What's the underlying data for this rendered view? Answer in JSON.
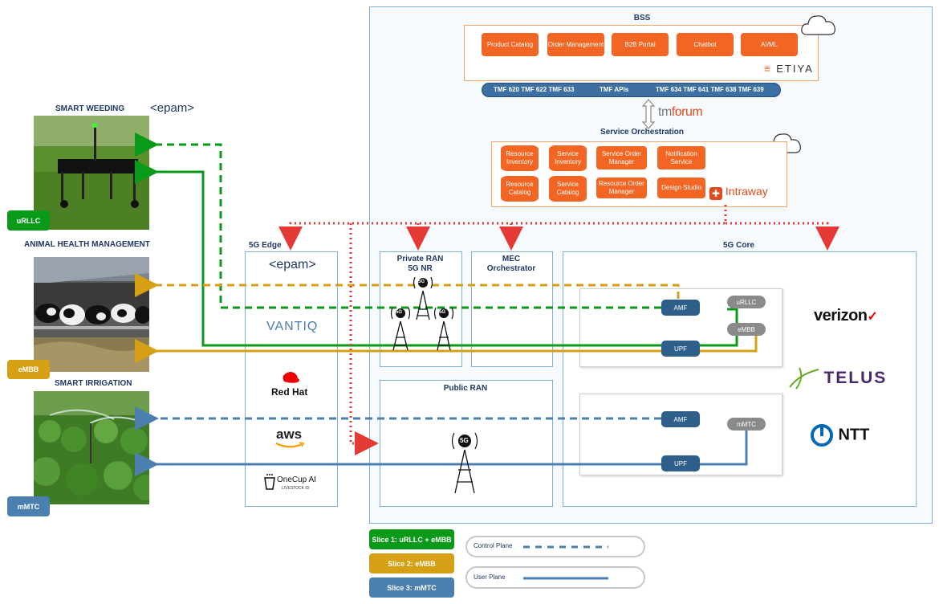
{
  "colors": {
    "slice1": "#0a9a1a",
    "slice2": "#d6a015",
    "slice3": "#4a7fb0",
    "red": "#e53935",
    "orange": "#f26522",
    "navy": "#1f3864"
  },
  "use_cases": [
    {
      "title": "SMART WEEDING",
      "badge": "uRLLC"
    },
    {
      "title": "ANIMAL HEALTH MANAGEMENT",
      "badge": "eMBB"
    },
    {
      "title": "SMART IRRIGATION",
      "badge": "mMTC"
    }
  ],
  "epam_logo": "<epam>",
  "bss": {
    "title": "BSS",
    "items": [
      "Product Catalog",
      "Order Management",
      "B2B Portal",
      "Chatbot",
      "AI/ML"
    ],
    "vendor": "ETIYA"
  },
  "tmf_apis": {
    "left": "TMF 620  TMF 622  TMF 633",
    "center": "TMF APIs",
    "right": "TMF 634  TMF 641  TMF 638  TMF 639"
  },
  "tmforum_logo": {
    "tm": "tm",
    "forum": "forum"
  },
  "service_orchestration": {
    "title": "Service Orchestration",
    "cylinders": [
      "Resource Inventory",
      "Service Inventory",
      "Resource Catalog",
      "Service Catalog"
    ],
    "boxes": [
      "Service Order Manager",
      "Notification Service",
      "Resource Order Manager",
      "Design Studio"
    ],
    "vendor": "Intraway"
  },
  "edge": {
    "title": "5G Edge",
    "vendors": [
      "<epam>",
      "VANTIQ",
      "Red Hat",
      "aws",
      "OneCup AI",
      "LIVESTOCK ID"
    ]
  },
  "private_ran": {
    "title_line1": "Private RAN",
    "title_line2": "5G NR"
  },
  "mec": {
    "title_line1": "MEC",
    "title_line2": "Orchestrator"
  },
  "public_ran": {
    "title": "Public RAN"
  },
  "core": {
    "title": "5G Core",
    "top_nfs": {
      "amf": "AMF",
      "upf": "UPF",
      "urllc": "uRLLC",
      "embb": "eMBB"
    },
    "bottom_nfs": {
      "amf": "AMF",
      "upf": "UPF",
      "mmtc": "mMTC"
    },
    "operators": [
      "verizon",
      "TELUS",
      "NTT"
    ]
  },
  "tower_label": "5G",
  "legend": {
    "slices": [
      "Slice 1: uRLLC + eMBB",
      "Slice 2: eMBB",
      "Slice 3: mMTC"
    ],
    "control_plane": "Control Plane",
    "user_plane": "User Plane"
  }
}
